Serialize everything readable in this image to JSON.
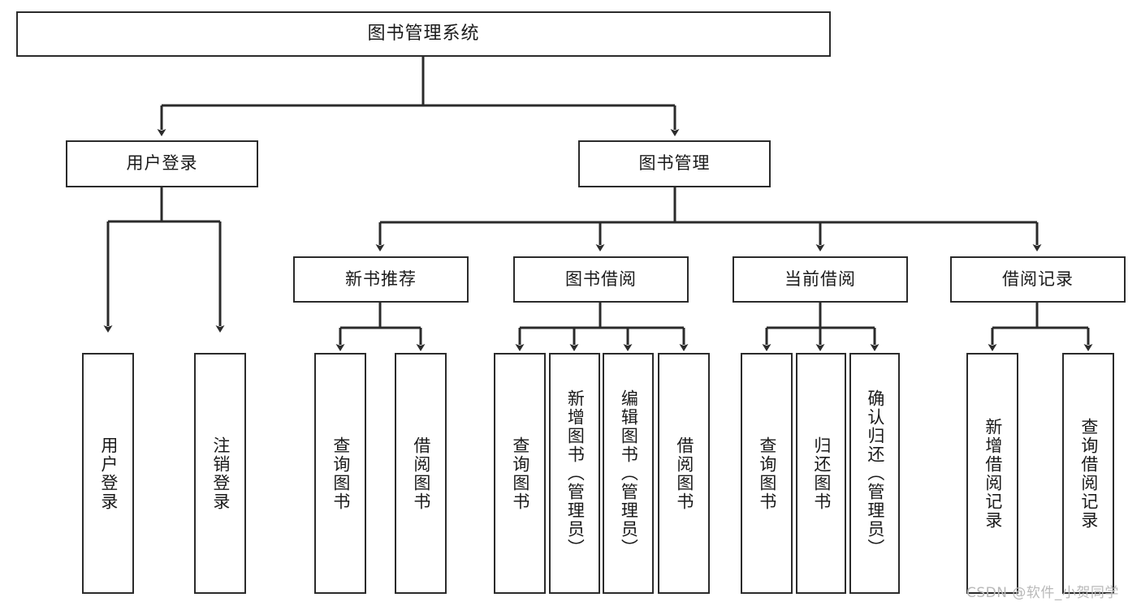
{
  "diagram": {
    "title": "图书管理系统",
    "type": "tree-hierarchy-chart",
    "watermark": "CSDN @软件_小贺同学"
  },
  "nodes": {
    "root": {
      "label": "图书管理系统"
    },
    "level2": [
      {
        "id": "user-login",
        "label": "用户登录"
      },
      {
        "id": "book-management",
        "label": "图书管理"
      }
    ],
    "level3": [
      {
        "id": "new-book-recommend",
        "label": "新书推荐"
      },
      {
        "id": "book-borrow",
        "label": "图书借阅"
      },
      {
        "id": "current-borrow",
        "label": "当前借阅"
      },
      {
        "id": "borrow-record",
        "label": "借阅记录"
      }
    ],
    "leaves": {
      "user_login": [
        {
          "id": "leaf-user-login",
          "label": "用户登录"
        },
        {
          "id": "leaf-logout-login",
          "label": "注销登录"
        }
      ],
      "new_book_recommend": [
        {
          "id": "leaf-query-book-1",
          "label": "查询图书"
        },
        {
          "id": "leaf-borrow-book-1",
          "label": "借阅图书"
        }
      ],
      "book_borrow": [
        {
          "id": "leaf-query-book-2",
          "label": "查询图书"
        },
        {
          "id": "leaf-add-book",
          "label": "新增图书（管理员）"
        },
        {
          "id": "leaf-edit-book",
          "label": "编辑图书（管理员）"
        },
        {
          "id": "leaf-borrow-book-2",
          "label": "借阅图书"
        }
      ],
      "current_borrow": [
        {
          "id": "leaf-query-book-3",
          "label": "查询图书"
        },
        {
          "id": "leaf-return-book",
          "label": "归还图书"
        },
        {
          "id": "leaf-confirm-return",
          "label": "确认归还（管理员）"
        }
      ],
      "borrow_record": [
        {
          "id": "leaf-add-borrow-record",
          "label": "新增借阅记录"
        },
        {
          "id": "leaf-query-borrow-record",
          "label": "查询借阅记录"
        }
      ]
    }
  },
  "style": {
    "stroke": "#2b2b2b",
    "fill": "#ffffff",
    "watermark_color": "#b9b9b9"
  }
}
